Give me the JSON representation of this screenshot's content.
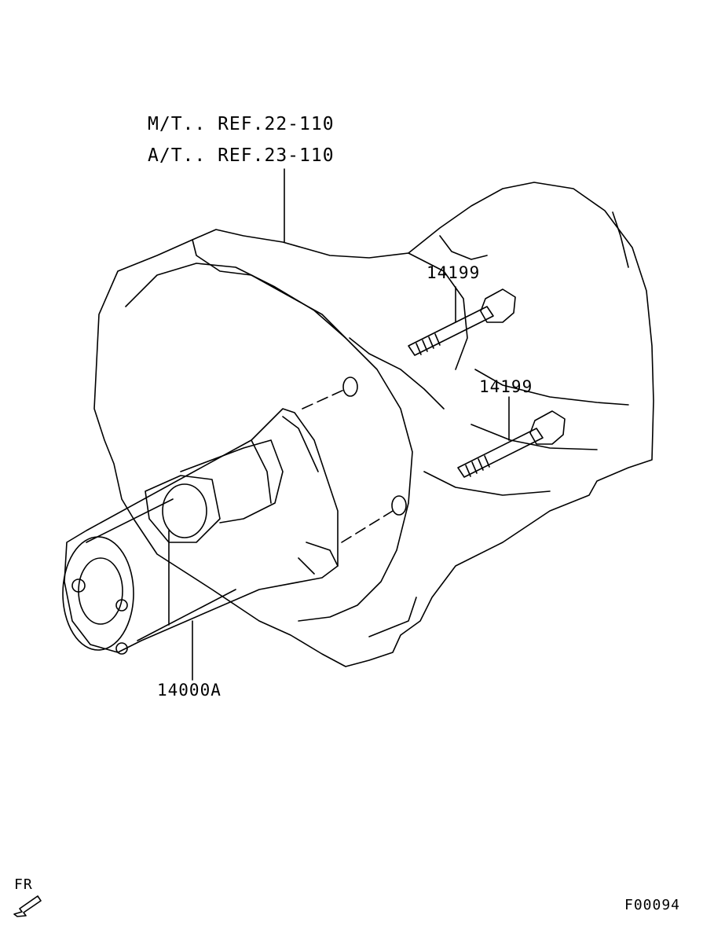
{
  "labels": {
    "ref_mt": "M/T.. REF.22-110",
    "ref_at": "A/T.. REF.23-110",
    "bolt_upper": "14199",
    "bolt_lower": "14199",
    "starter": "14000A",
    "front_marker": "FR",
    "figure_code": "F00094"
  },
  "colors": {
    "line": "#000000",
    "background": "#ffffff"
  }
}
